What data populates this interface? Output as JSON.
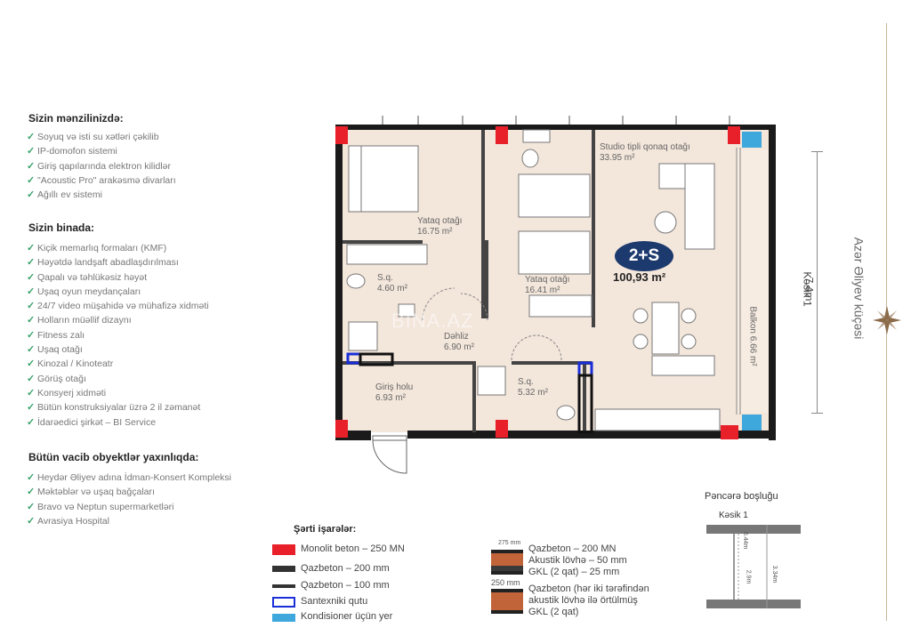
{
  "apartment_features": {
    "title": "Sizin mənzilinizdə:",
    "items": [
      "Soyuq və isti su xətləri çəkilib",
      "IP-domofon sistemi",
      "Giriş qapılarında elektron kilidlər",
      "\"Acoustic Pro\" arakəsmə divarları",
      "Ağıllı ev sistemi"
    ]
  },
  "building_features": {
    "title": "Sizin binada:",
    "items": [
      "Kiçik memarlıq formaları (KMF)",
      "Həyətdə landşaft abadlaşdırılması",
      "Qapalı və təhlükəsiz həyət",
      "Uşaq oyun meydançaları",
      "24/7 video müşahidə və mühafizə xidməti",
      "Holların müəllif dizaynı",
      "Fitness zalı",
      "Uşaq otağı",
      "Kinozal / Kinoteatr",
      "Görüş otağı",
      "Konsyerj xidməti",
      "Bütün konstruksiyalar üzrə 2 il zəmanət",
      "İdarəedici şirkət – BI Service"
    ]
  },
  "nearby": {
    "title": "Bütün vacib obyektlər yaxınlıqda:",
    "items": [
      "Heydər Əliyev adına İdman-Konsert Kompleksi",
      "Məktəblər və uşaq bağçaları",
      "Bravo və Neptun supermarketləri",
      "Avrasiya Hospital"
    ]
  },
  "plan": {
    "badge": "2+S",
    "total_area": "100,93 m²",
    "watermark": "BINA.AZ",
    "rooms": [
      {
        "name": "Studio tipli qonaq otağı",
        "area": "33.95 m²"
      },
      {
        "name": "Yataq otağı",
        "area": "16.75 m²"
      },
      {
        "name": "Yataq otağı",
        "area": "16.41 m²"
      },
      {
        "name": "S.q.",
        "area": "4.60 m²"
      },
      {
        "name": "Dəhliz",
        "area": "6.90 m²"
      },
      {
        "name": "S.q.",
        "area": "5.32 m²"
      },
      {
        "name": "Giriş holu",
        "area": "6.93 m²"
      },
      {
        "name": "Balkon",
        "area": "6.66 m²"
      }
    ],
    "dimension": "7.4m",
    "section_mark": "Kəsik 1",
    "street": "Azər Əliyev küçəsi"
  },
  "window_opening": {
    "title": "Pəncərə boşluğu",
    "section": "Kəsik 1",
    "dims": [
      "0.44m",
      "2.9m",
      "3.34m"
    ]
  },
  "legend": {
    "title": "Şərti işarələr:",
    "items": [
      {
        "label": "Monolit beton – 250 MN",
        "color": "#e8202a"
      },
      {
        "label": "Qazbeton – 200 mm",
        "color": "#333333"
      },
      {
        "label": "Qazbeton – 100 mm",
        "color": "#333333"
      },
      {
        "label": "Santexniki qutu",
        "color": "#1a2fd8"
      },
      {
        "label": "Kondisioner üçün yer",
        "color": "#3ea8dc"
      }
    ],
    "wall_types": [
      {
        "thickness": "275 mm",
        "lines": [
          "Qazbeton – 200 MN",
          "Akustik lövhə – 50 mm",
          "GKL (2 qat) – 25 mm"
        ]
      },
      {
        "thickness": "250 mm",
        "lines": [
          "Qazbeton (hər iki tərəfindən",
          "akustik lövhə ilə örtülmüş",
          "GKL (2 qat)"
        ]
      }
    ]
  },
  "colors": {
    "floor": "#f3e6db",
    "wall": "#1a1a1a",
    "accent_navy": "#1d3a6e",
    "check": "#3aa36a"
  }
}
